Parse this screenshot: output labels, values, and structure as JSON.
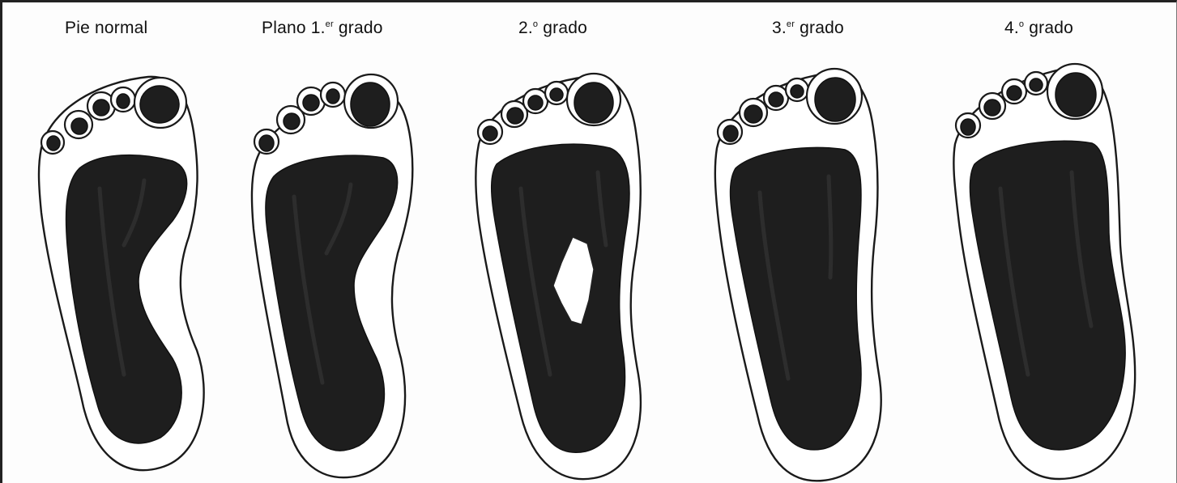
{
  "figure": {
    "labels": [
      {
        "text": "Pie normal",
        "sup": "",
        "suffix": ""
      },
      {
        "text": "Plano 1.",
        "sup": "er",
        "suffix": " grado"
      },
      {
        "text": "2.",
        "sup": "o",
        "suffix": " grado"
      },
      {
        "text": "3.",
        "sup": "er",
        "suffix": " grado"
      },
      {
        "text": "4.",
        "sup": "o",
        "suffix": " grado"
      }
    ],
    "ink_color": "#1e1e1e",
    "outline_color": "#1a1a1a"
  }
}
